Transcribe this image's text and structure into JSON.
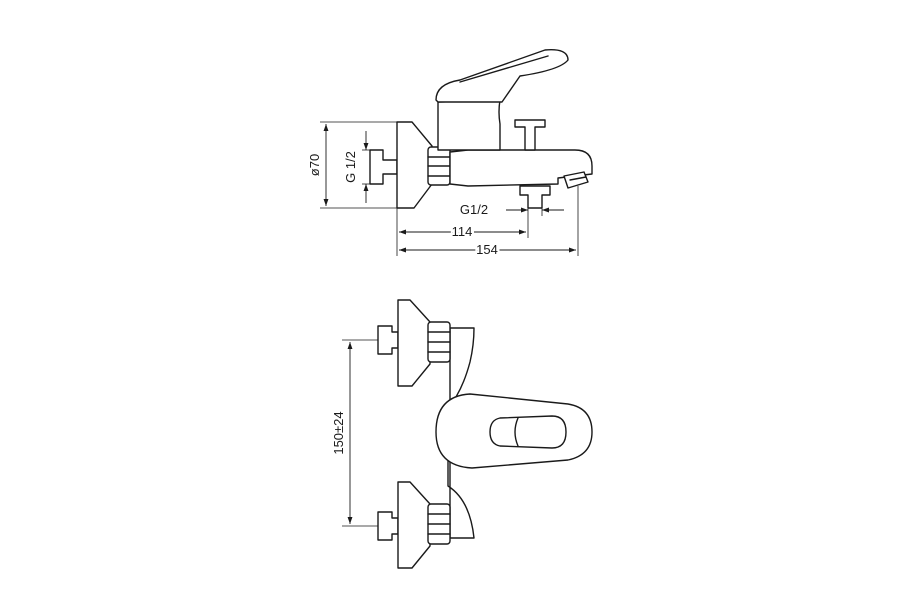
{
  "dimensions": {
    "diameter_label": "ø70",
    "thread_wall_label": "G 1/2",
    "thread_outlet_label": "G1/2",
    "spout_offset_label": "114",
    "total_depth_label": "154",
    "center_distance_label": "150±24"
  },
  "colors": {
    "line": "#1a1a1a",
    "background": "#ffffff"
  }
}
